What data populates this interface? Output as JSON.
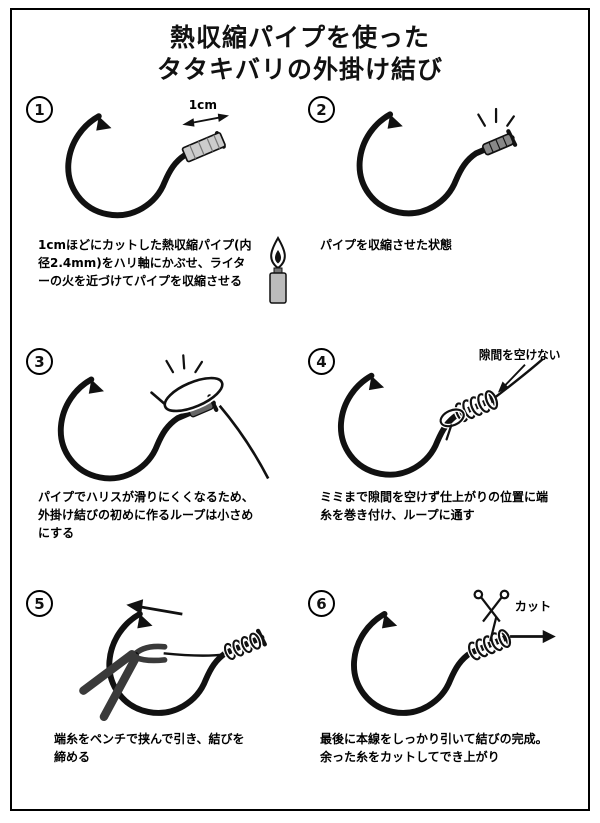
{
  "title": {
    "line1": "熱収縮パイプを使った",
    "line2": "タタキバリの外掛け結び"
  },
  "steps": [
    {
      "number": "1",
      "caption": "1cmほどにカットした熱収縮パイプ(内径2.4mm)をハリ軸にかぶせ、ライターの火を近づけてパイプを収縮させる",
      "annotation": "1cm"
    },
    {
      "number": "2",
      "caption": "パイプを収縮させた状態",
      "annotation": ""
    },
    {
      "number": "3",
      "caption": "パイプでハリスが滑りにくくなるため、外掛け結びの初めに作るループは小さめにする",
      "annotation": ""
    },
    {
      "number": "4",
      "caption": "ミミまで隙間を空けず仕上がりの位置に端糸を巻き付け、ループに通す",
      "annotation": "隙間を空けない"
    },
    {
      "number": "5",
      "caption": "端糸をペンチで挟んで引き、結びを締める",
      "annotation": ""
    },
    {
      "number": "6",
      "caption": "最後に本線をしっかり引いて結びの完成。余った糸をカットしてでき上がり",
      "annotation": "カット"
    }
  ],
  "colors": {
    "ink": "#111111",
    "tube_light": "#cccccc",
    "tube_dark": "#888888",
    "pliers": "#3a3a3a"
  }
}
